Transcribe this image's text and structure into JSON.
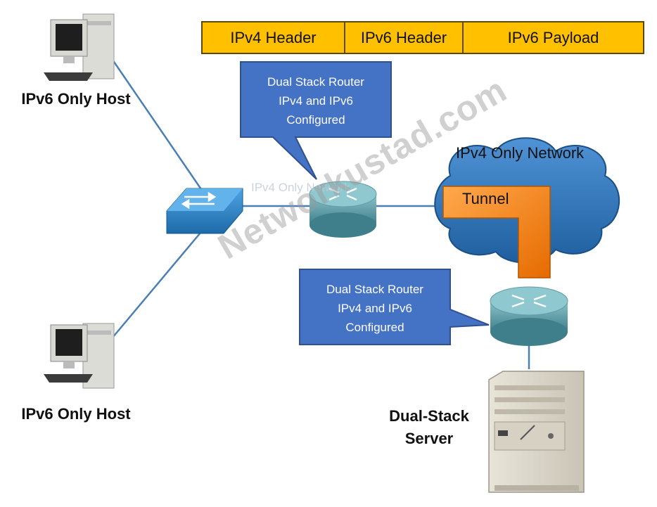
{
  "packet": {
    "ipv4_header": "IPv4 Header",
    "ipv6_header": "IPv6 Header",
    "ipv6_payload": "IPv6 Payload"
  },
  "hosts": {
    "top_label": "IPv6 Only Host",
    "bottom_label": "IPv6 Only Host"
  },
  "routers": {
    "top_callout": [
      "Dual Stack Router",
      "IPv4 and IPv6",
      "Configured"
    ],
    "bottom_callout": [
      "Dual Stack Router",
      "IPv4 and IPv6",
      "Configured"
    ],
    "faded_label": "IPv4 Only Network"
  },
  "network": {
    "cloud_label": "IPv4 Only Network",
    "tunnel_label": "Tunnel"
  },
  "server": {
    "label_line1": "Dual-Stack",
    "label_line2": "Server"
  },
  "watermark": "Networkustad.com",
  "colors": {
    "packet_fill": "#ffc000",
    "callout_fill": "#4472c4",
    "cloud_fill": "#2e75b6",
    "tunnel_fill": "#ff8c00",
    "link": "#4a7fb5",
    "router_fill": "#5f9ea8"
  }
}
